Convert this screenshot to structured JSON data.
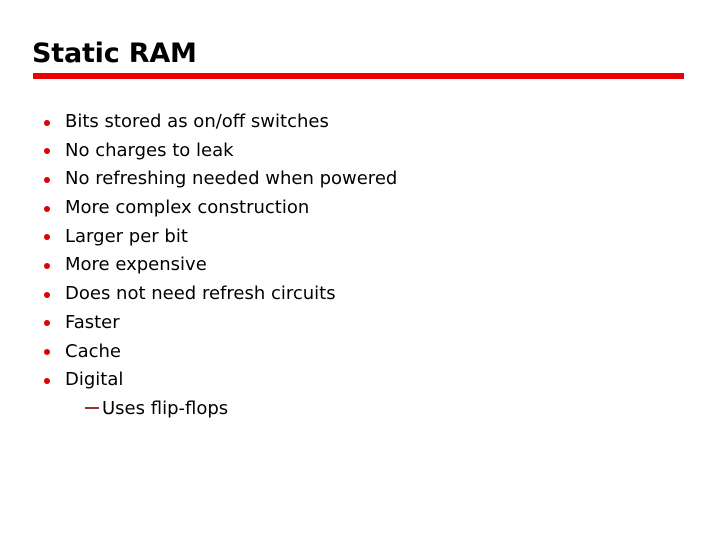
{
  "slide": {
    "title": "Static RAM",
    "accent_color": "#ee0000",
    "bullet_color": "#dd0000",
    "subbullet_marker_color": "#993333",
    "text_color": "#000000",
    "background_color": "#ffffff",
    "bullets": [
      {
        "text": "Bits stored as on/off switches",
        "marker": "dot"
      },
      {
        "text": "No charges to leak",
        "marker": "dot"
      },
      {
        "text": "No refreshing needed when powered",
        "marker": "dot"
      },
      {
        "text": "More complex construction",
        "marker": "dot"
      },
      {
        "text": "Larger per bit",
        "marker": "dot"
      },
      {
        "text": "More expensive",
        "marker": "dot"
      },
      {
        "text": "Does not need refresh circuits",
        "marker": "dot"
      },
      {
        "text": "Faster",
        "marker": "dot"
      },
      {
        "text": "Cache",
        "marker": "dot"
      },
      {
        "text": "Digital",
        "marker": "dot"
      }
    ],
    "subbullets": [
      {
        "text": "Uses flip-flops",
        "marker": "em-dash"
      }
    ]
  }
}
